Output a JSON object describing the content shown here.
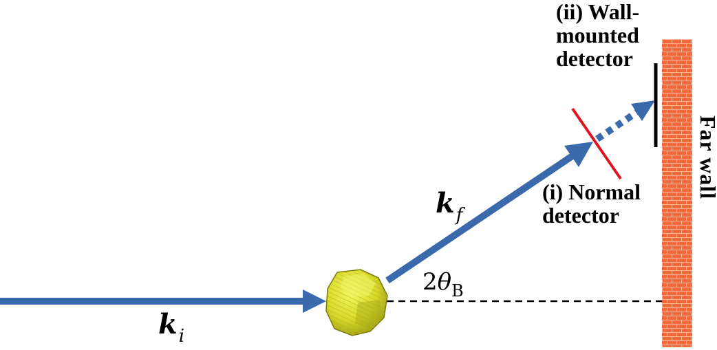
{
  "labels": {
    "wall_detector_line1": "(ii) Wall-",
    "wall_detector_line2": "mounted",
    "wall_detector_line3": "detector",
    "normal_detector_line1": "(i) Normal",
    "normal_detector_line2": "detector",
    "far_wall": "Far wall",
    "kf_symbol": "k",
    "kf_subscript": "f",
    "ki_symbol": "k",
    "ki_subscript": "i",
    "angle_prefix": "2",
    "angle_symbol": "θ",
    "angle_subscript": "B"
  },
  "colors": {
    "beam": "#3a6aab",
    "normal_detector": "#e0141e",
    "wall_detector": "#000000",
    "wall_fill": "#f0683a",
    "wall_mortar": "#fbb08e",
    "sample_fill": "#e2e23a",
    "sample_dark": "#8a8a12",
    "reference_line": "#000000"
  }
}
